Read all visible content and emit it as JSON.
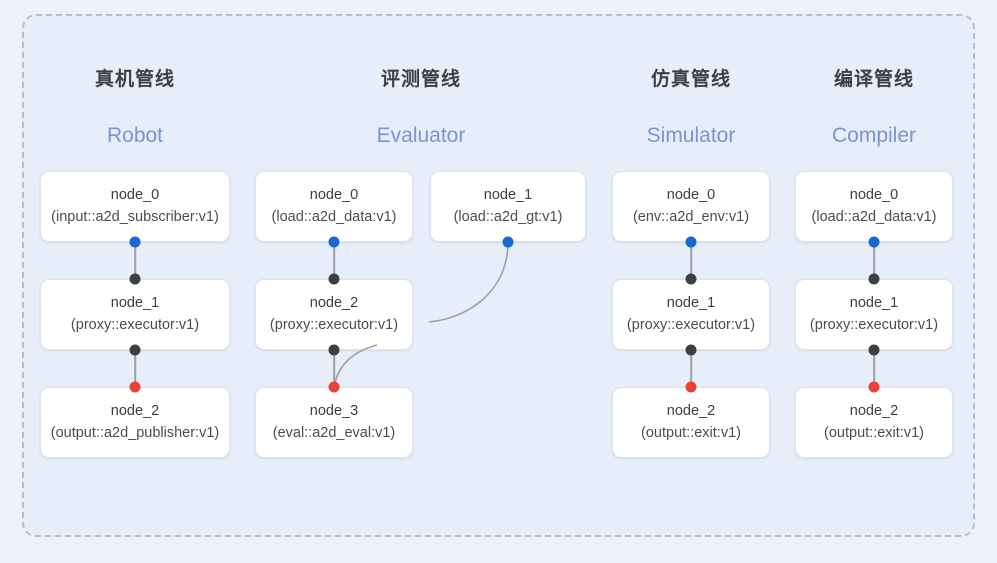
{
  "diagram": {
    "frame_label": "pipeline-group-frame",
    "background_color": "#e7edf9",
    "border_color": "#b6bcc8",
    "port_colors": {
      "input": "#1967d2",
      "middle": "#3c4043",
      "output": "#ea4335"
    },
    "edge_color": "#9aa0a6"
  },
  "columns": [
    {
      "id": "robot",
      "title": "真机管线",
      "subtitle": "Robot",
      "nodes": [
        {
          "name": "node_0",
          "type": "(input::a2d_subscriber:v1)"
        },
        {
          "name": "node_1",
          "type": "(proxy::executor:v1)"
        },
        {
          "name": "node_2",
          "type": "(output::a2d_publisher:v1)"
        }
      ]
    },
    {
      "id": "evaluator",
      "title": "评测管线",
      "subtitle": "Evaluator",
      "nodes": [
        {
          "name": "node_0",
          "type": "(load::a2d_data:v1)"
        },
        {
          "name": "node_1",
          "type": "(load::a2d_gt:v1)"
        },
        {
          "name": "node_2",
          "type": "(proxy::executor:v1)"
        },
        {
          "name": "node_3",
          "type": "(eval::a2d_eval:v1)"
        }
      ]
    },
    {
      "id": "simulator",
      "title": "仿真管线",
      "subtitle": "Simulator",
      "nodes": [
        {
          "name": "node_0",
          "type": "(env::a2d_env:v1)"
        },
        {
          "name": "node_1",
          "type": "(proxy::executor:v1)"
        },
        {
          "name": "node_2",
          "type": "(output::exit:v1)"
        }
      ]
    },
    {
      "id": "compiler",
      "title": "编译管线",
      "subtitle": "Compiler",
      "nodes": [
        {
          "name": "node_0",
          "type": "(load::a2d_data:v1)"
        },
        {
          "name": "node_1",
          "type": "(proxy::executor:v1)"
        },
        {
          "name": "node_2",
          "type": "(output::exit:v1)"
        }
      ]
    }
  ]
}
